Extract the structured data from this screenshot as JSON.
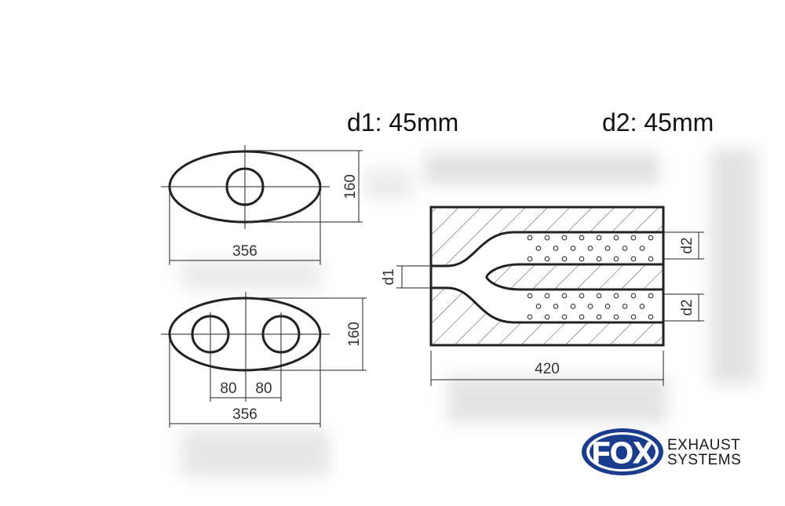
{
  "spec": {
    "d1": "d1: 45mm",
    "d2": "d2: 45mm"
  },
  "front_view_single": {
    "width_label": "356",
    "height_label": "160"
  },
  "front_view_double": {
    "width_label": "356",
    "height_label": "160",
    "offset_left_label": "80",
    "offset_right_label": "80"
  },
  "side_view": {
    "length_label": "420",
    "d1_label": "d1",
    "d2_top_label": "d2",
    "d2_bottom_label": "d2"
  },
  "logo": {
    "brand": "FOX",
    "line1": "EXHAUST",
    "line2": "SYSTEMS",
    "color": "#1a3c8c"
  }
}
